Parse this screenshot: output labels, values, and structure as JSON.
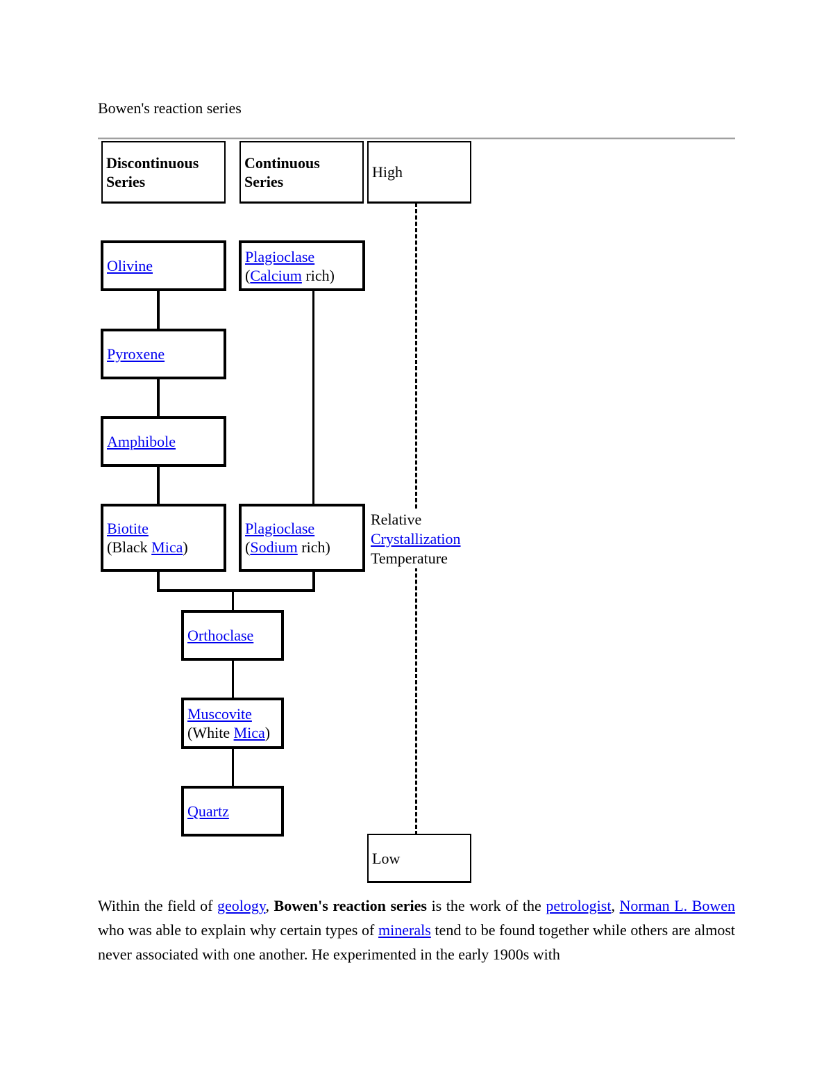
{
  "title": "Bowen's reaction series",
  "headers": {
    "discontinuous": [
      "Discontinuous",
      "Series"
    ],
    "continuous": [
      "Continuous",
      "Series"
    ],
    "high": "High",
    "low": "Low"
  },
  "discontinuous": {
    "olivine": "Olivine",
    "pyroxene": "Pyroxene",
    "amphibole": "Amphibole",
    "biotite": {
      "link": "Biotite",
      "open": "(Black ",
      "mica": "Mica",
      "close": ")"
    }
  },
  "continuous": {
    "plag_ca": {
      "link": "Plagioclase",
      "open": "(",
      "element": "Calcium",
      "rest": " rich)"
    },
    "plag_na": {
      "link": "Plagioclase",
      "open": "(",
      "element": "Sodium",
      "rest": " rich)"
    }
  },
  "lower": {
    "orthoclase": "Orthoclase",
    "muscovite": {
      "link": "Muscovite",
      "open": "(White ",
      "mica": "Mica",
      "close": ")"
    },
    "quartz": "Quartz"
  },
  "temperature_label": {
    "line1": "Relative",
    "link": "Crystallization",
    "line3": "Temperature"
  },
  "paragraph": {
    "t1": "Within the field of ",
    "geology": "geology",
    "t2": ", ",
    "bold": "Bowen's reaction series",
    "t3": " is the work of the ",
    "petrologist": "petrologist",
    "t4": ", ",
    "bowen": "Norman L. Bowen",
    "t5": " who was able to explain why certain types of ",
    "minerals": "minerals",
    "t6": " tend to be found together while others are almost never associated with one another. He experimented in the early 1900s with"
  },
  "colors": {
    "link": "#0000ee",
    "rule": "#a0a0a0"
  }
}
